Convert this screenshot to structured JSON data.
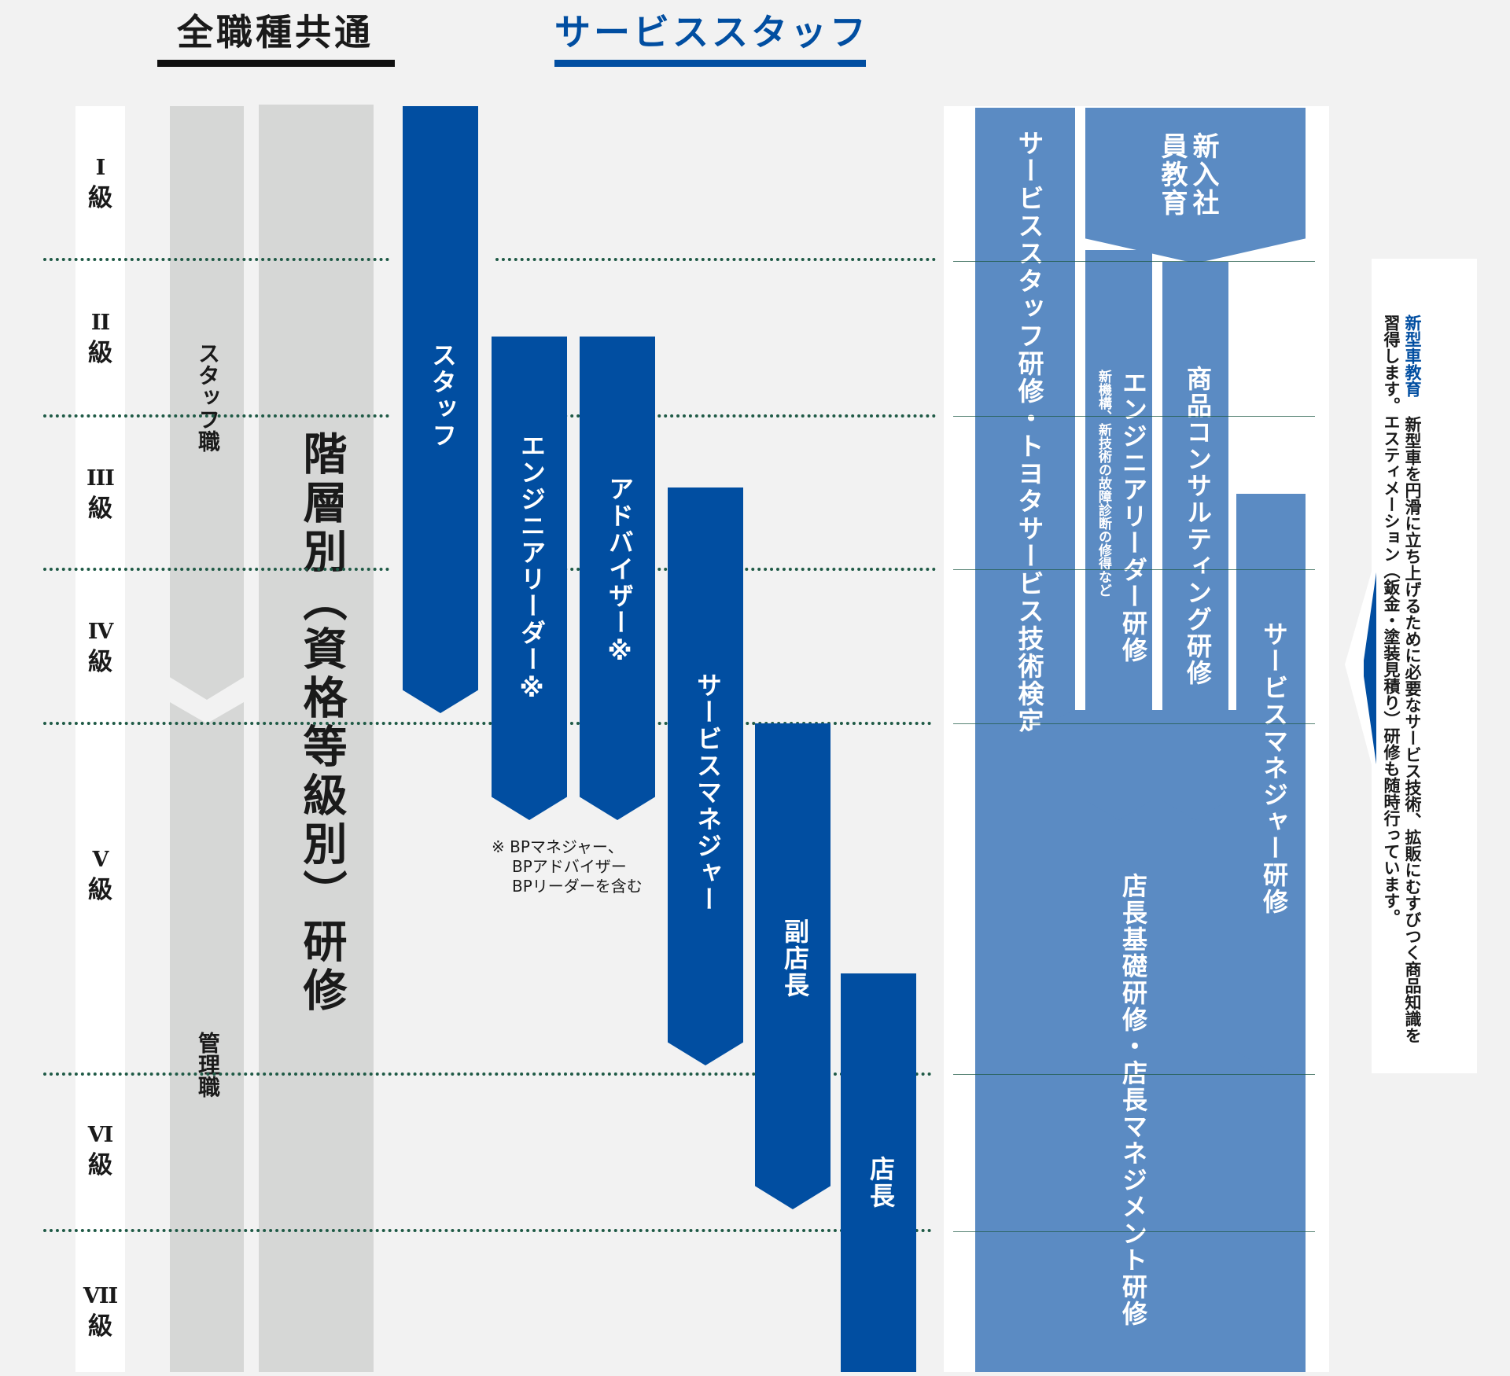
{
  "headers": {
    "common": "全職種共通",
    "service": "サービススタッフ"
  },
  "grades": [
    {
      "roman": "I",
      "suffix": "級"
    },
    {
      "roman": "II",
      "suffix": "級"
    },
    {
      "roman": "III",
      "suffix": "級"
    },
    {
      "roman": "IV",
      "suffix": "級"
    },
    {
      "roman": "V",
      "suffix": "級"
    },
    {
      "roman": "VI",
      "suffix": "級"
    },
    {
      "roman": "VII",
      "suffix": "級"
    }
  ],
  "common": {
    "staff_track": "スタッフ職",
    "manager_track": "管理職",
    "tier_training": "階層別（資格等級別）研修"
  },
  "service_positions": [
    "スタッフ",
    "エンジニアリーダー※",
    "アドバイザー※",
    "サービスマネジャー",
    "副店長",
    "店長"
  ],
  "footnote": {
    "mark": "※",
    "lines": [
      "BPマネジャー、",
      "BPアドバイザー",
      "BPリーダーを含む"
    ]
  },
  "programs": {
    "service_staff": "サービススタッフ研修・トヨタサービス技術検定",
    "new_hire": "新入社員教育",
    "engineer_leader": "エンジニアリーダー研修",
    "engineer_leader_sub": "新機構、新技術の故障診断の修得など",
    "product_consulting": "商品コンサルティング研修",
    "service_manager": "サービスマネジャー研修",
    "store_manager": "店長基礎研修・店長マネジメント研修"
  },
  "side_note": {
    "highlight": "新型車教育",
    "body": "新型車を円滑に立ち上げるために必要なサービス技術、拡販にむすびつく商品知識を習得します。エスティメーション（鈑金・塗装見積り）研修も随時行っています。"
  },
  "colors": {
    "primary_blue": "#014ea1",
    "light_blue": "#5b8bc3",
    "gray": "#d6d7d6",
    "dot_green": "#1f5a46"
  }
}
